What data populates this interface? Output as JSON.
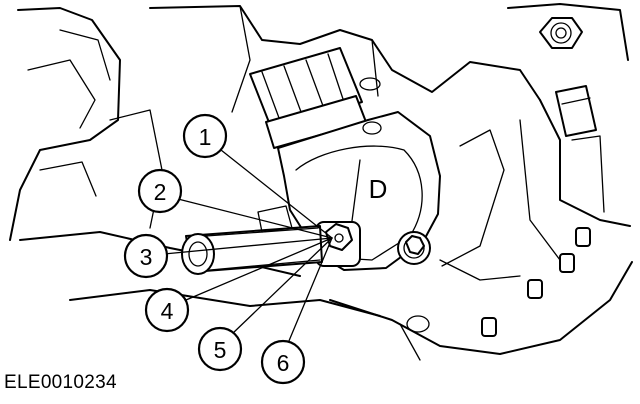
{
  "figure_id": "ELE0010234",
  "part_letter": "D",
  "callouts": [
    {
      "number": "1"
    },
    {
      "number": "2"
    },
    {
      "number": "3"
    },
    {
      "number": "4"
    },
    {
      "number": "5"
    },
    {
      "number": "6"
    }
  ]
}
